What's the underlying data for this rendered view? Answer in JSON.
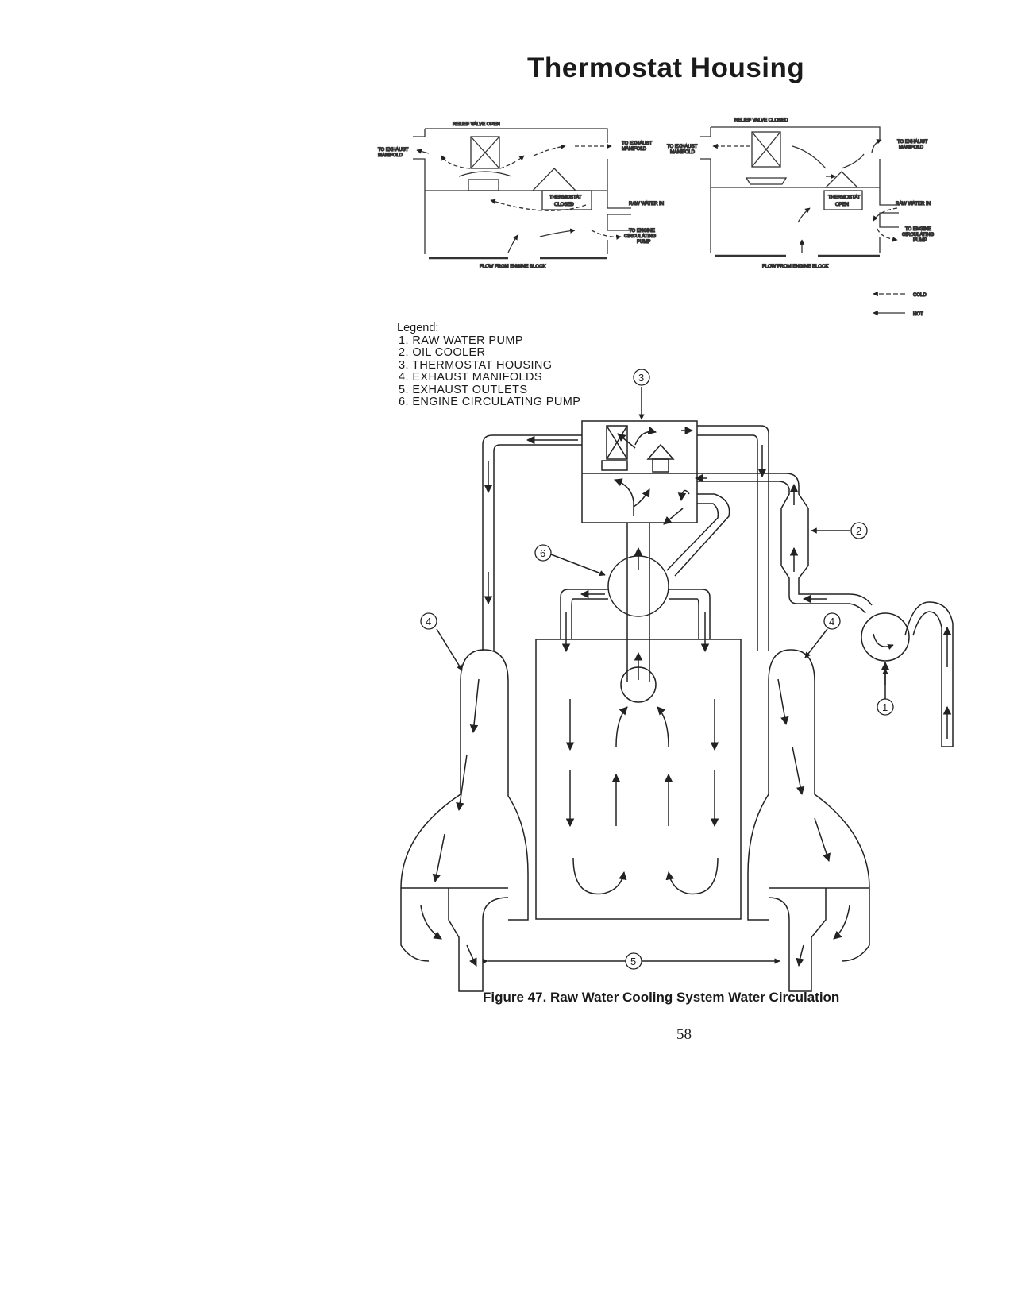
{
  "title": "Thermostat Housing",
  "detail_open": {
    "relief_label": "RELIEF VALVE OPEN",
    "exhaust_left": [
      "TO EXHAUST",
      "MANIFOLD"
    ],
    "exhaust_right": [
      "TO EXHAUST",
      "MANIFOLD"
    ],
    "thermostat": [
      "THERMOSTAT",
      "CLOSED"
    ],
    "raw_water": "RAW WATER IN",
    "engine_pump": [
      "TO ENGINE",
      "CIRCULATING",
      "PUMP"
    ],
    "flow": "FLOW FROM ENGINE BLOCK"
  },
  "detail_closed": {
    "relief_label": "RELIEF VALVE CLOSED",
    "exhaust_left": [
      "TO EXHAUST",
      "MANIFOLD"
    ],
    "exhaust_right": [
      "TO EXHAUST",
      "MANIFOLD"
    ],
    "thermostat": [
      "THERMOSTAT",
      "OPEN"
    ],
    "raw_water": "RAW WATER IN",
    "engine_pump": [
      "TO ENGINE",
      "CIRCULATING",
      "PUMP"
    ],
    "flow": "FLOW FROM ENGINE BLOCK"
  },
  "key": {
    "cold": "COLD",
    "hot": "HOT"
  },
  "legend": {
    "heading": "Legend:",
    "items": [
      "1. RAW WATER PUMP",
      "2. OIL COOLER",
      "3. THERMOSTAT HOUSING",
      "4. EXHAUST MANIFOLDS",
      "5. EXHAUST OUTLETS",
      "6. ENGINE CIRCULATING PUMP"
    ]
  },
  "callouts": {
    "c1": "1",
    "c2": "2",
    "c3": "3",
    "c4a": "4",
    "c4b": "4",
    "c5": "5",
    "c6": "6"
  },
  "caption": "Figure 47. Raw Water Cooling System Water Circulation",
  "page_number": "58"
}
